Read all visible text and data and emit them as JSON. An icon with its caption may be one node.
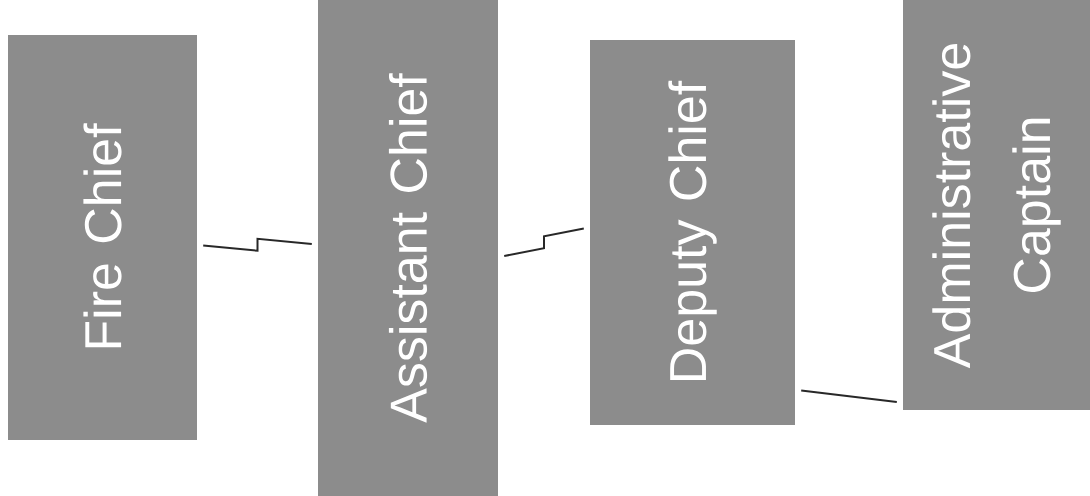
{
  "diagram": {
    "nodes": [
      {
        "text": [
          "Fire Chief"
        ]
      },
      {
        "text": [
          "Assistant Chief"
        ]
      },
      {
        "text": [
          "Deputy Chief"
        ]
      },
      {
        "text": [
          "Administrative Captain"
        ]
      }
    ],
    "edges": [
      {
        "from": 0,
        "to": 1,
        "arrow": "none"
      },
      {
        "from": 1,
        "to": 2,
        "arrow": "none"
      },
      {
        "from": 2,
        "to": 3,
        "arrow": "none"
      }
    ]
  }
}
